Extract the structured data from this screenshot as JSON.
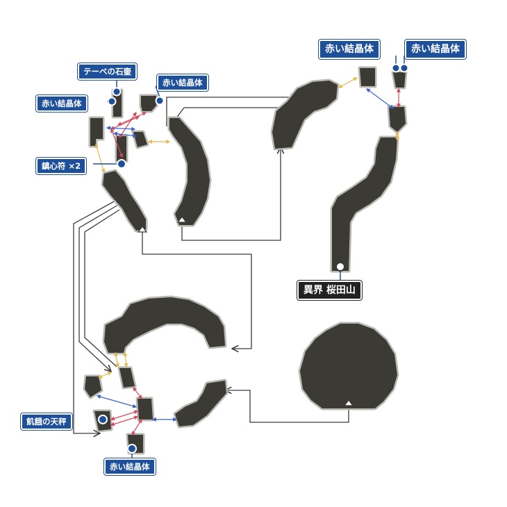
{
  "map": {
    "labels": {
      "tepe_stone": "テーベの石壷",
      "red_crystal_nw_left": "赤い結晶体",
      "red_crystal_nw_right": "赤い結晶体",
      "talisman": "鎮心符 ×2",
      "red_crystal_ne_1": "赤い結晶体",
      "red_crystal_ne_2": "赤い結晶体",
      "location_name": "異界 桜田山",
      "hunger_scale": "飢餓の天秤",
      "red_crystal_south": "赤い結晶体"
    }
  },
  "colors": {
    "background": "#ffffff",
    "floor": "#3b3a34",
    "floor_border": "#b9b9b3",
    "connector": "#3a3a3a",
    "warp_red": "#d8485c",
    "warp_blue": "#3a62c8",
    "warp_yellow": "#e8b84a",
    "label_blue": "#1d4f9a",
    "label_dark": "#222222"
  }
}
